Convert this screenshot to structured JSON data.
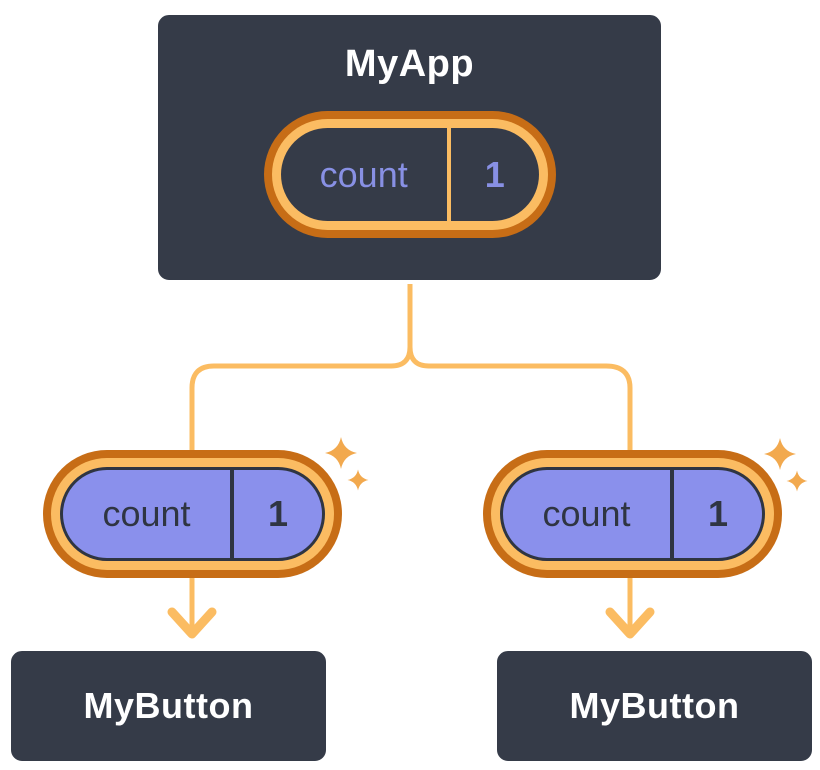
{
  "diagram": {
    "root": {
      "title": "MyApp",
      "state": {
        "label": "count",
        "value": "1"
      }
    },
    "children": [
      {
        "title": "MyButton",
        "state": {
          "label": "count",
          "value": "1"
        }
      },
      {
        "title": "MyButton",
        "state": {
          "label": "count",
          "value": "1"
        }
      }
    ]
  },
  "colors": {
    "canvas-bg": "#ffffff",
    "node-bg": "#353B48",
    "node-border": "#ffffff",
    "node-text": "#ffffff",
    "ring-outer": "#C76D16",
    "ring-inner": "#FBBC62",
    "line": "#FBBC62",
    "sparkle": "#F2A94E",
    "purple-text": "#8890E4",
    "purple-fill": "#8A90EC",
    "ink": "#2F3542"
  }
}
